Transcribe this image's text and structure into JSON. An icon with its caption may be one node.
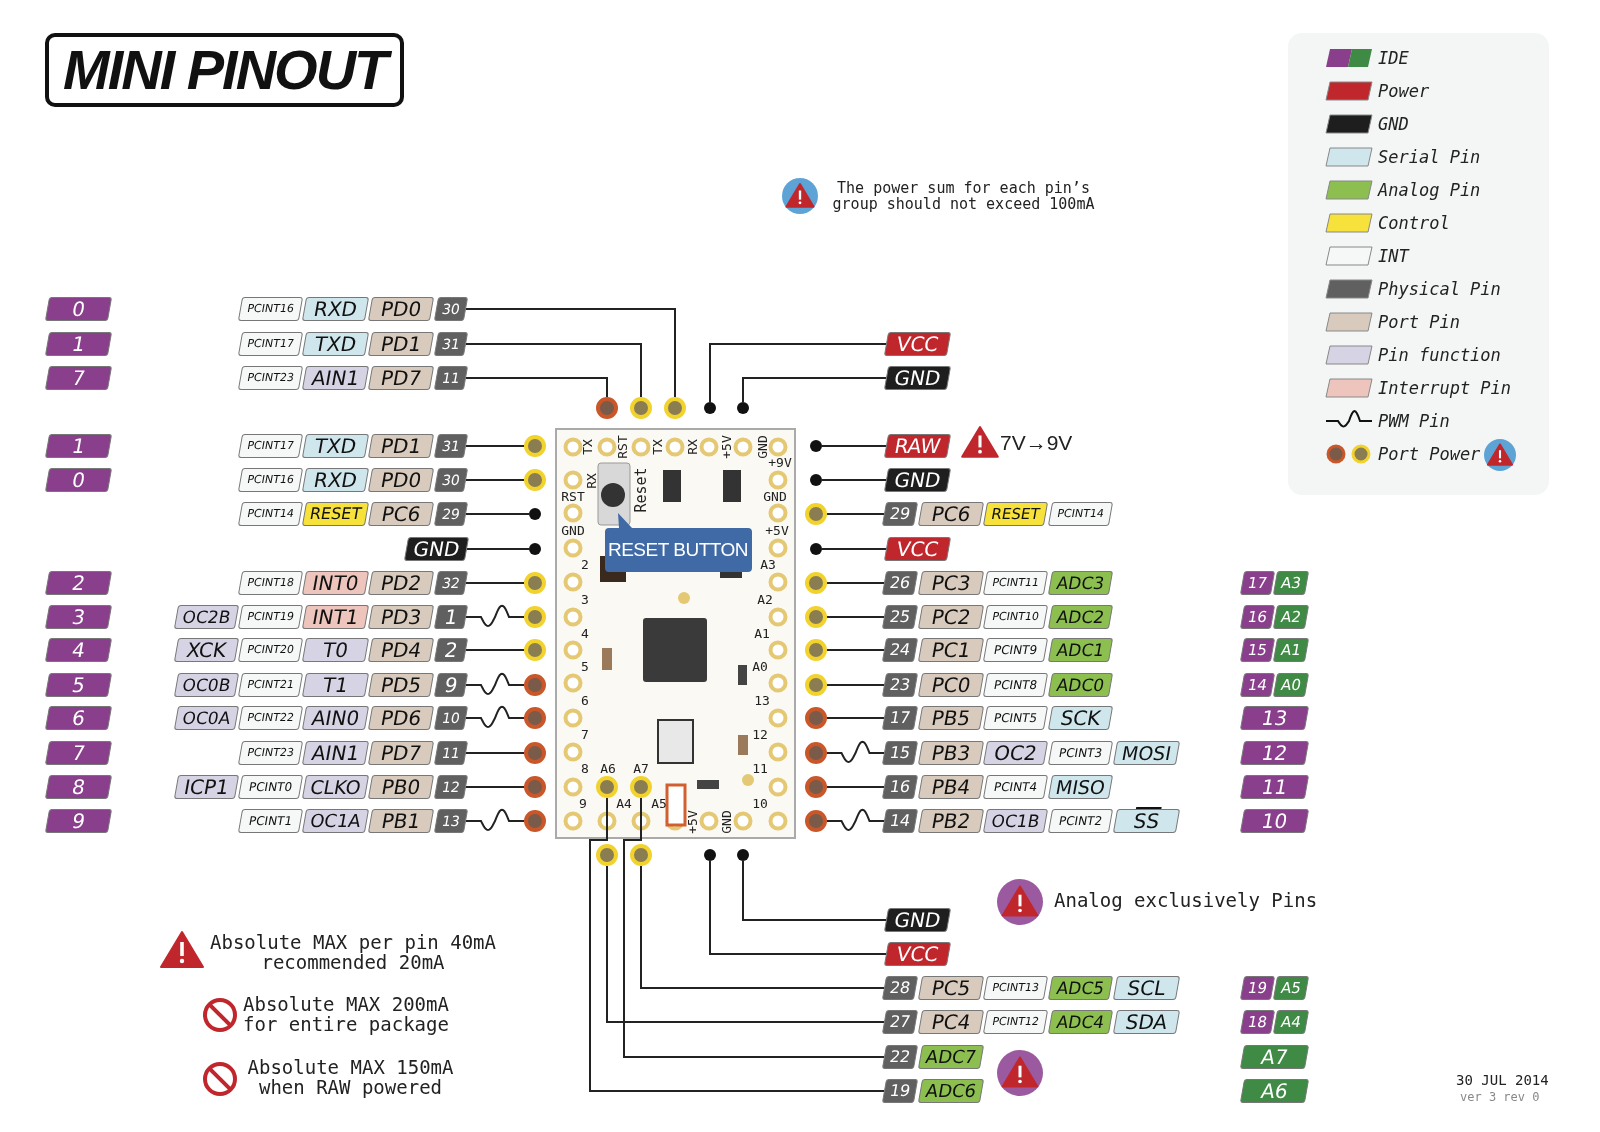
{
  "diagram": {
    "title": "MINI PINOUT",
    "nodes": [
      {
        "text": [
          "0"
        ]
      },
      {
        "text": [
          "PCINT16"
        ]
      },
      {
        "text": [
          "RXD"
        ]
      },
      {
        "text": [
          "PD0"
        ]
      },
      {
        "text": [
          "30"
        ]
      },
      {
        "text": [
          "1"
        ]
      },
      {
        "text": [
          "PCINT17"
        ]
      },
      {
        "text": [
          "TXD"
        ]
      },
      {
        "text": [
          "PD1"
        ]
      },
      {
        "text": [
          "31"
        ]
      },
      {
        "text": [
          "7"
        ]
      },
      {
        "text": [
          "PCINT23"
        ]
      },
      {
        "text": [
          "AIN1"
        ]
      },
      {
        "text": [
          "PD7"
        ]
      },
      {
        "text": [
          "11"
        ]
      },
      {
        "text": [
          "VCC"
        ]
      },
      {
        "text": [
          "GND"
        ]
      },
      {
        "text": [],
        "shape": "circle"
      },
      {
        "text": [],
        "shape": "circle"
      },
      {
        "text": [],
        "shape": "circle"
      },
      {
        "text": [],
        "shape": "circle"
      },
      {
        "text": [],
        "shape": "circle"
      },
      {
        "text": [
          "1"
        ]
      },
      {
        "text": [
          "PCINT17"
        ]
      },
      {
        "text": [
          "TXD"
        ]
      },
      {
        "text": [
          "PD1"
        ]
      },
      {
        "text": [
          "31"
        ]
      },
      {
        "text": [],
        "shape": "circle"
      },
      {
        "text": [],
        "shape": "circle"
      },
      {
        "text": [
          "RAW"
        ]
      },
      {
        "text": [
          "0"
        ]
      },
      {
        "text": [
          "PCINT16"
        ]
      },
      {
        "text": [
          "RXD"
        ]
      },
      {
        "text": [
          "PD0"
        ]
      },
      {
        "text": [
          "30"
        ]
      },
      {
        "text": [],
        "shape": "circle"
      },
      {
        "text": [],
        "shape": "circle"
      },
      {
        "text": [
          "GND"
        ]
      },
      {
        "text": [
          "PCINT14"
        ]
      },
      {
        "text": [
          "RESET"
        ]
      },
      {
        "text": [
          "PC6"
        ]
      },
      {
        "text": [
          "29"
        ]
      },
      {
        "text": [],
        "shape": "circle"
      },
      {
        "text": [],
        "shape": "circle"
      },
      {
        "text": [
          "29"
        ]
      },
      {
        "text": [
          "PC6"
        ]
      },
      {
        "text": [
          "RESET"
        ]
      },
      {
        "text": [
          "PCINT14"
        ]
      },
      {
        "text": [
          "GND"
        ]
      },
      {
        "text": [],
        "shape": "circle"
      },
      {
        "text": [],
        "shape": "circle"
      },
      {
        "text": [
          "VCC"
        ]
      },
      {
        "text": [
          "2"
        ]
      },
      {
        "text": [
          "PCINT18"
        ]
      },
      {
        "text": [
          "INT0"
        ]
      },
      {
        "text": [
          "PD2"
        ]
      },
      {
        "text": [
          "32"
        ]
      },
      {
        "text": [],
        "shape": "circle"
      },
      {
        "text": [],
        "shape": "circle"
      },
      {
        "text": [
          "26"
        ]
      },
      {
        "text": [
          "PC3"
        ]
      },
      {
        "text": [
          "PCINT11"
        ]
      },
      {
        "text": [
          "ADC3"
        ]
      },
      {
        "text": [
          "17"
        ]
      },
      {
        "text": [
          "A3"
        ]
      },
      {
        "text": [
          "3"
        ]
      },
      {
        "text": [
          "OC2B"
        ]
      },
      {
        "text": [
          "PCINT19"
        ]
      },
      {
        "text": [
          "INT1"
        ]
      },
      {
        "text": [
          "PD3"
        ]
      },
      {
        "text": [
          "1"
        ]
      },
      {
        "text": [],
        "shape": "circle"
      },
      {
        "text": [],
        "shape": "circle"
      },
      {
        "text": [
          "25"
        ]
      },
      {
        "text": [
          "PC2"
        ]
      },
      {
        "text": [
          "PCINT10"
        ]
      },
      {
        "text": [
          "ADC2"
        ]
      },
      {
        "text": [
          "16"
        ]
      },
      {
        "text": [
          "A2"
        ]
      },
      {
        "text": [
          "4"
        ]
      },
      {
        "text": [
          "XCK"
        ]
      },
      {
        "text": [
          "PCINT20"
        ]
      },
      {
        "text": [
          "T0"
        ]
      },
      {
        "text": [
          "PD4"
        ]
      },
      {
        "text": [
          "2"
        ]
      },
      {
        "text": [],
        "shape": "circle"
      },
      {
        "text": [],
        "shape": "circle"
      },
      {
        "text": [
          "24"
        ]
      },
      {
        "text": [
          "PC1"
        ]
      },
      {
        "text": [
          "PCINT9"
        ]
      },
      {
        "text": [
          "ADC1"
        ]
      },
      {
        "text": [
          "15"
        ]
      },
      {
        "text": [
          "A1"
        ]
      },
      {
        "text": [
          "5"
        ]
      },
      {
        "text": [
          "OC0B"
        ]
      },
      {
        "text": [
          "PCINT21"
        ]
      },
      {
        "text": [
          "T1"
        ]
      },
      {
        "text": [
          "PD5"
        ]
      },
      {
        "text": [
          "9"
        ]
      },
      {
        "text": [],
        "shape": "circle"
      },
      {
        "text": [],
        "shape": "circle"
      },
      {
        "text": [
          "23"
        ]
      },
      {
        "text": [
          "PC0"
        ]
      },
      {
        "text": [
          "PCINT8"
        ]
      },
      {
        "text": [
          "ADC0"
        ]
      },
      {
        "text": [
          "14"
        ]
      },
      {
        "text": [
          "A0"
        ]
      },
      {
        "text": [
          "6"
        ]
      },
      {
        "text": [
          "OC0A"
        ]
      },
      {
        "text": [
          "PCINT22"
        ]
      },
      {
        "text": [
          "AIN0"
        ]
      },
      {
        "text": [
          "PD6"
        ]
      },
      {
        "text": [
          "10"
        ]
      },
      {
        "text": [],
        "shape": "circle"
      },
      {
        "text": [],
        "shape": "circle"
      },
      {
        "text": [
          "17"
        ]
      },
      {
        "text": [
          "PB5"
        ]
      },
      {
        "text": [
          "PCINT5"
        ]
      },
      {
        "text": [
          "SCK"
        ]
      },
      {
        "text": [
          "13"
        ]
      },
      {
        "text": [
          "7"
        ]
      },
      {
        "text": [
          "PCINT23"
        ]
      },
      {
        "text": [
          "AIN1"
        ]
      },
      {
        "text": [
          "PD7"
        ]
      },
      {
        "text": [
          "11"
        ]
      },
      {
        "text": [],
        "shape": "circle"
      },
      {
        "text": [],
        "shape": "circle"
      },
      {
        "text": [
          "15"
        ]
      },
      {
        "text": [
          "PB3"
        ]
      },
      {
        "text": [
          "OC2"
        ]
      },
      {
        "text": [
          "PCINT3"
        ]
      },
      {
        "text": [
          "MOSI"
        ]
      },
      {
        "text": [
          "12"
        ]
      },
      {
        "text": [
          "8"
        ]
      },
      {
        "text": [
          "ICP1"
        ]
      },
      {
        "text": [
          "PCINT0"
        ]
      },
      {
        "text": [
          "CLKO"
        ]
      },
      {
        "text": [
          "PB0"
        ]
      },
      {
        "text": [
          "12"
        ]
      },
      {
        "text": [],
        "shape": "circle"
      },
      {
        "text": [],
        "shape": "circle"
      },
      {
        "text": [
          "16"
        ]
      },
      {
        "text": [
          "PB4"
        ]
      },
      {
        "text": [
          "PCINT4"
        ]
      },
      {
        "text": [
          "MISO"
        ]
      },
      {
        "text": [
          "11"
        ]
      },
      {
        "text": [
          "9"
        ]
      },
      {
        "text": [
          "PCINT1"
        ]
      },
      {
        "text": [
          "OC1A"
        ]
      },
      {
        "text": [
          "PB1"
        ]
      },
      {
        "text": [
          "13"
        ]
      },
      {
        "text": [],
        "shape": "circle"
      },
      {
        "text": [],
        "shape": "circle"
      },
      {
        "text": [
          "14"
        ]
      },
      {
        "text": [
          "PB2"
        ]
      },
      {
        "text": [
          "OC1B"
        ]
      },
      {
        "text": [
          "PCINT2"
        ]
      },
      {
        "text": [
          "SS"
        ]
      },
      {
        "text": [
          "10"
        ]
      },
      {
        "text": [],
        "shape": "circle"
      },
      {
        "text": [],
        "shape": "circle"
      },
      {
        "text": [],
        "shape": "circle"
      },
      {
        "text": [],
        "shape": "circle"
      },
      {
        "text": [],
        "shape": "circle"
      },
      {
        "text": [],
        "shape": "circle"
      },
      {
        "text": [
          "GND"
        ]
      },
      {
        "text": [
          "VCC"
        ]
      },
      {
        "text": [
          "28"
        ]
      },
      {
        "text": [
          "PC5"
        ]
      },
      {
        "text": [
          "PCINT13"
        ]
      },
      {
        "text": [
          "ADC5"
        ]
      },
      {
        "text": [
          "SCL"
        ]
      },
      {
        "text": [
          "19"
        ]
      },
      {
        "text": [
          "A5"
        ]
      },
      {
        "text": [
          "27"
        ]
      },
      {
        "text": [
          "PC4"
        ]
      },
      {
        "text": [
          "PCINT12"
        ]
      },
      {
        "text": [
          "ADC4"
        ]
      },
      {
        "text": [
          "SDA"
        ]
      },
      {
        "text": [
          "18"
        ]
      },
      {
        "text": [
          "A4"
        ]
      },
      {
        "text": [
          "22"
        ]
      },
      {
        "text": [
          "ADC7"
        ]
      },
      {
        "text": [
          "A7"
        ]
      },
      {
        "text": [
          "19"
        ]
      },
      {
        "text": [
          "ADC6"
        ]
      },
      {
        "text": [
          "A6"
        ]
      }
    ],
    "edges": [
      {
        "from": 4,
        "to": 19,
        "arrow": "none"
      },
      {
        "from": 9,
        "to": 18,
        "arrow": "none"
      },
      {
        "from": 14,
        "to": 17,
        "arrow": "none"
      },
      {
        "from": 15,
        "to": 20,
        "arrow": "none"
      },
      {
        "from": 16,
        "to": 21,
        "arrow": "none"
      },
      {
        "from": 26,
        "to": 27,
        "arrow": "none"
      },
      {
        "from": 28,
        "to": 29,
        "arrow": "none"
      },
      {
        "from": 34,
        "to": 35,
        "arrow": "none"
      },
      {
        "from": 36,
        "to": 37,
        "arrow": "none"
      },
      {
        "from": 41,
        "to": 42,
        "arrow": "none"
      },
      {
        "from": 43,
        "to": 44,
        "arrow": "none"
      },
      {
        "from": 48,
        "to": 49,
        "arrow": "none"
      },
      {
        "from": 50,
        "to": 51,
        "arrow": "none"
      },
      {
        "from": 56,
        "to": 57,
        "arrow": "none"
      },
      {
        "from": 58,
        "to": 59,
        "arrow": "none"
      },
      {
        "from": 70,
        "to": 71,
        "arrow": "none"
      },
      {
        "from": 72,
        "to": 73,
        "arrow": "none"
      },
      {
        "from": 84,
        "to": 85,
        "arrow": "none"
      },
      {
        "from": 86,
        "to": 87,
        "arrow": "none"
      },
      {
        "from": 98,
        "to": 99,
        "arrow": "none"
      },
      {
        "from": 100,
        "to": 101,
        "arrow": "none"
      },
      {
        "from": 112,
        "to": 113,
        "arrow": "none"
      },
      {
        "from": 114,
        "to": 115,
        "arrow": "none"
      },
      {
        "from": 124,
        "to": 125,
        "arrow": "none"
      },
      {
        "from": 126,
        "to": 127,
        "arrow": "none"
      },
      {
        "from": 138,
        "to": 139,
        "arrow": "none"
      },
      {
        "from": 140,
        "to": 141,
        "arrow": "none"
      },
      {
        "from": 150,
        "to": 151,
        "arrow": "none"
      },
      {
        "from": 152,
        "to": 153,
        "arrow": "none"
      },
      {
        "from": 164,
        "to": 165,
        "arrow": "none"
      },
      {
        "from": 163,
        "to": 166,
        "arrow": "none"
      },
      {
        "from": 162,
        "to": 167,
        "arrow": "none"
      },
      {
        "from": 161,
        "to": 174,
        "arrow": "none"
      },
      {
        "from": 160,
        "to": 181,
        "arrow": "none"
      },
      {
        "from": 159,
        "to": 184,
        "arrow": "none"
      }
    ],
    "labels": [
      "The power sum for each pin’s group should not exceed 100mA",
      "TX",
      "RST",
      "TX",
      "RX",
      "+5V",
      "GND",
      "7V→9V",
      "+9V",
      "RX",
      "RST",
      "Reset",
      "GND",
      "GND",
      "+5V",
      "RESET BUTTON",
      "2",
      "A3",
      "3",
      "A2",
      "4",
      "A1",
      "5",
      "A0",
      "6",
      "13",
      "7",
      "12",
      "8",
      "A6",
      "A7",
      "11",
      "9",
      "A4",
      "A5",
      "10",
      "+5V",
      "GND",
      "Analog exclusively Pins",
      "Absolute MAX per pin 40mA recommended 20mA",
      "Absolute MAX 200mA for entire package",
      "Absolute MAX 150mA when RAW powered",
      "30 JUL 2014",
      "ver 3 rev 0"
    ],
    "legend": [
      {
        "text": "IDE"
      },
      {
        "text": "Power",
        "color": "#c0272d"
      },
      {
        "text": "GND",
        "color": "#1e1e1e"
      },
      {
        "text": "Serial Pin",
        "color": "#cfe6ec"
      },
      {
        "text": "Analog Pin",
        "color": "#8cbf50"
      },
      {
        "text": "Control",
        "color": "#f6e23a"
      },
      {
        "text": "INT",
        "color": "#f5f8f6"
      },
      {
        "text": "Physical Pin",
        "color": "#606060"
      },
      {
        "text": "Port Pin",
        "color": "#d8cbbd"
      },
      {
        "text": "Pin function",
        "color": "#d6d4e4"
      },
      {
        "text": "Interrupt Pin",
        "color": "#edc5bd"
      },
      {
        "text": "PWM Pin"
      },
      {
        "text": "Port Power"
      }
    ]
  }
}
